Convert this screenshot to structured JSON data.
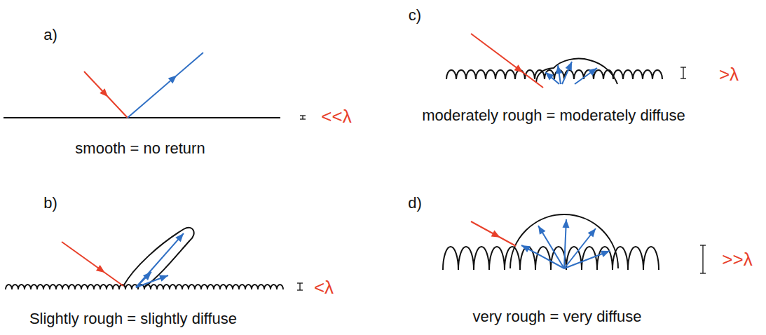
{
  "diagram": {
    "labels": [
      "a)",
      "smooth = no return",
      "<<λ",
      "b)",
      "Slightly rough = slightly diffuse",
      "<λ",
      "c)",
      "moderately rough = moderately diffuse",
      ">λ",
      "d)",
      "very rough = very diffuse",
      ">>λ"
    ]
  }
}
